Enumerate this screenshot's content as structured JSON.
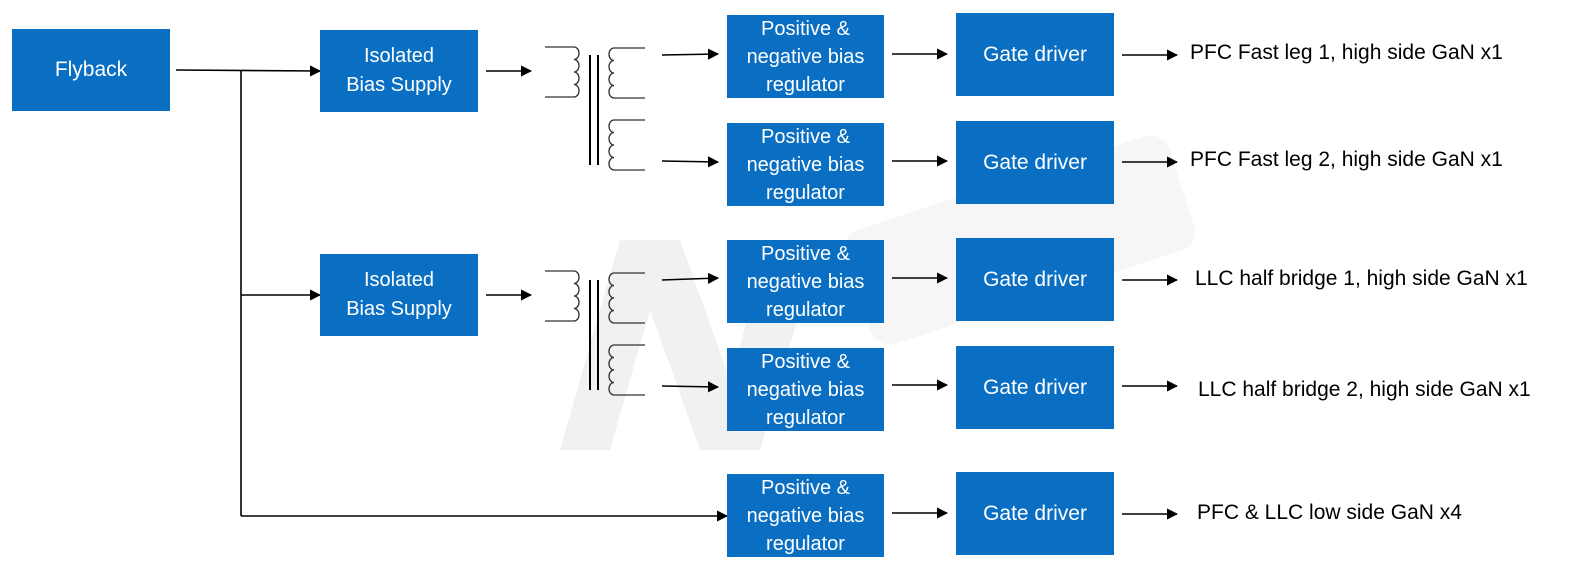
{
  "blocks": {
    "flyback": "Flyback",
    "isolated_1": "Isolated\nBias Supply",
    "isolated_2": "Isolated\nBias Supply",
    "reg_1": "Positive &\nnegative bias\nregulator",
    "reg_2": "Positive &\nnegative bias\nregulator",
    "reg_3": "Positive &\nnegative bias\nregulator",
    "reg_4": "Positive &\nnegative bias\nregulator",
    "reg_5": "Positive &\nnegative bias\nregulator",
    "gate_1": "Gate driver",
    "gate_2": "Gate driver",
    "gate_3": "Gate driver",
    "gate_4": "Gate driver",
    "gate_5": "Gate driver"
  },
  "outputs": {
    "out_1": "PFC Fast leg 1, high side GaN x1",
    "out_2": "PFC Fast leg 2, high side GaN x1",
    "out_3": "LLC half bridge 1, high side GaN x1",
    "out_4": "LLC half bridge 2, high side GaN x1",
    "out_5": "PFC & LLC low side GaN x4"
  },
  "colors": {
    "block_fill": "#0a6fc2",
    "block_text": "#ffffff",
    "line": "#000000"
  }
}
